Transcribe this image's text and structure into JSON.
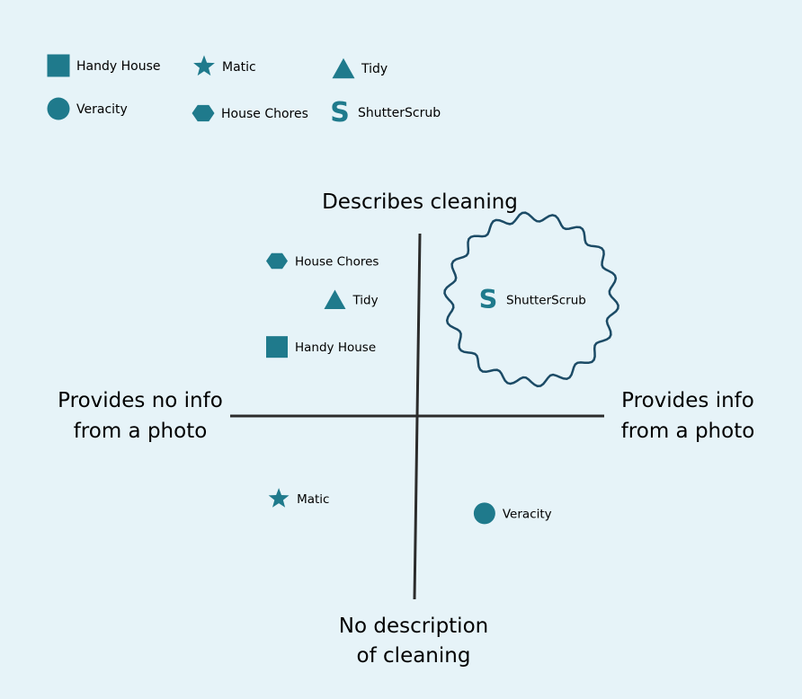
{
  "colors": {
    "marker": "#1f7a8c",
    "axis": "#2b2b2b",
    "background": "#e6f3f8"
  },
  "chart_data": {
    "type": "scatter",
    "axis_labels": {
      "top": "Describes cleaning",
      "bottom": [
        "No description",
        "of cleaning"
      ],
      "left": [
        "Provides no info",
        "from a photo"
      ],
      "right": [
        "Provides info",
        "from a photo"
      ]
    },
    "x_range": [
      -1,
      1
    ],
    "y_range": [
      -1,
      1
    ],
    "legend_position": "top-left",
    "legend": [
      {
        "name": "Handy House",
        "marker": "square"
      },
      {
        "name": "Matic",
        "marker": "star"
      },
      {
        "name": "Tidy",
        "marker": "triangle"
      },
      {
        "name": "Veracity",
        "marker": "circle"
      },
      {
        "name": "House Chores",
        "marker": "hexagon"
      },
      {
        "name": "ShutterScrub",
        "marker": "s"
      }
    ],
    "points": [
      {
        "name": "House Chores",
        "marker": "hexagon",
        "x": -0.75,
        "y": 0.85
      },
      {
        "name": "Tidy",
        "marker": "triangle",
        "x": -0.44,
        "y": 0.64
      },
      {
        "name": "Handy House",
        "marker": "square",
        "x": -0.75,
        "y": 0.38
      },
      {
        "name": "ShutterScrub",
        "marker": "s",
        "x": 0.38,
        "y": 0.64,
        "highlighted": true
      },
      {
        "name": "Matic",
        "marker": "star",
        "x": -0.74,
        "y": -0.45
      },
      {
        "name": "Veracity",
        "marker": "circle",
        "x": 0.36,
        "y": -0.53
      }
    ]
  }
}
